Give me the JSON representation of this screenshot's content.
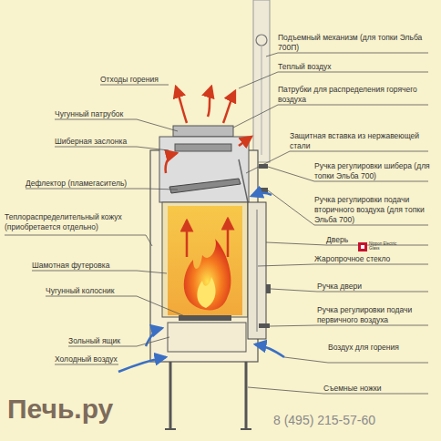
{
  "diagram": {
    "labels": [
      "Отходы горения",
      "Чугунный патрубок",
      "Шиберная заслонка",
      "Дефлектор (пламегаситель)",
      "Теплораспределительный кожух (приобретается отдельно)",
      "Шамотная футеровка",
      "Чугунный колосник",
      "Зольный ящик",
      "Холодный воздух",
      "Подъемный механизм (для топки Эльба 700П)",
      "Теплый воздух",
      "Патрубки для распределения горячего воздуха",
      "Защитная вставка из нержавеющей стали",
      "Ручка регулировки шибера (для топки Эльба 700)",
      "Ручка регулировки подачи вторичного воздуха (для топки Эльба 700)",
      "Дверь",
      "Жаропрочное стекло",
      "Ручка двери",
      "Ручка регулировки подачи первичного воздуха",
      "Воздух для горения",
      "Съемные ножки",
      "Nippon Electric Glass",
      "Печь.ру",
      "8 (495) 215-57-60"
    ]
  }
}
